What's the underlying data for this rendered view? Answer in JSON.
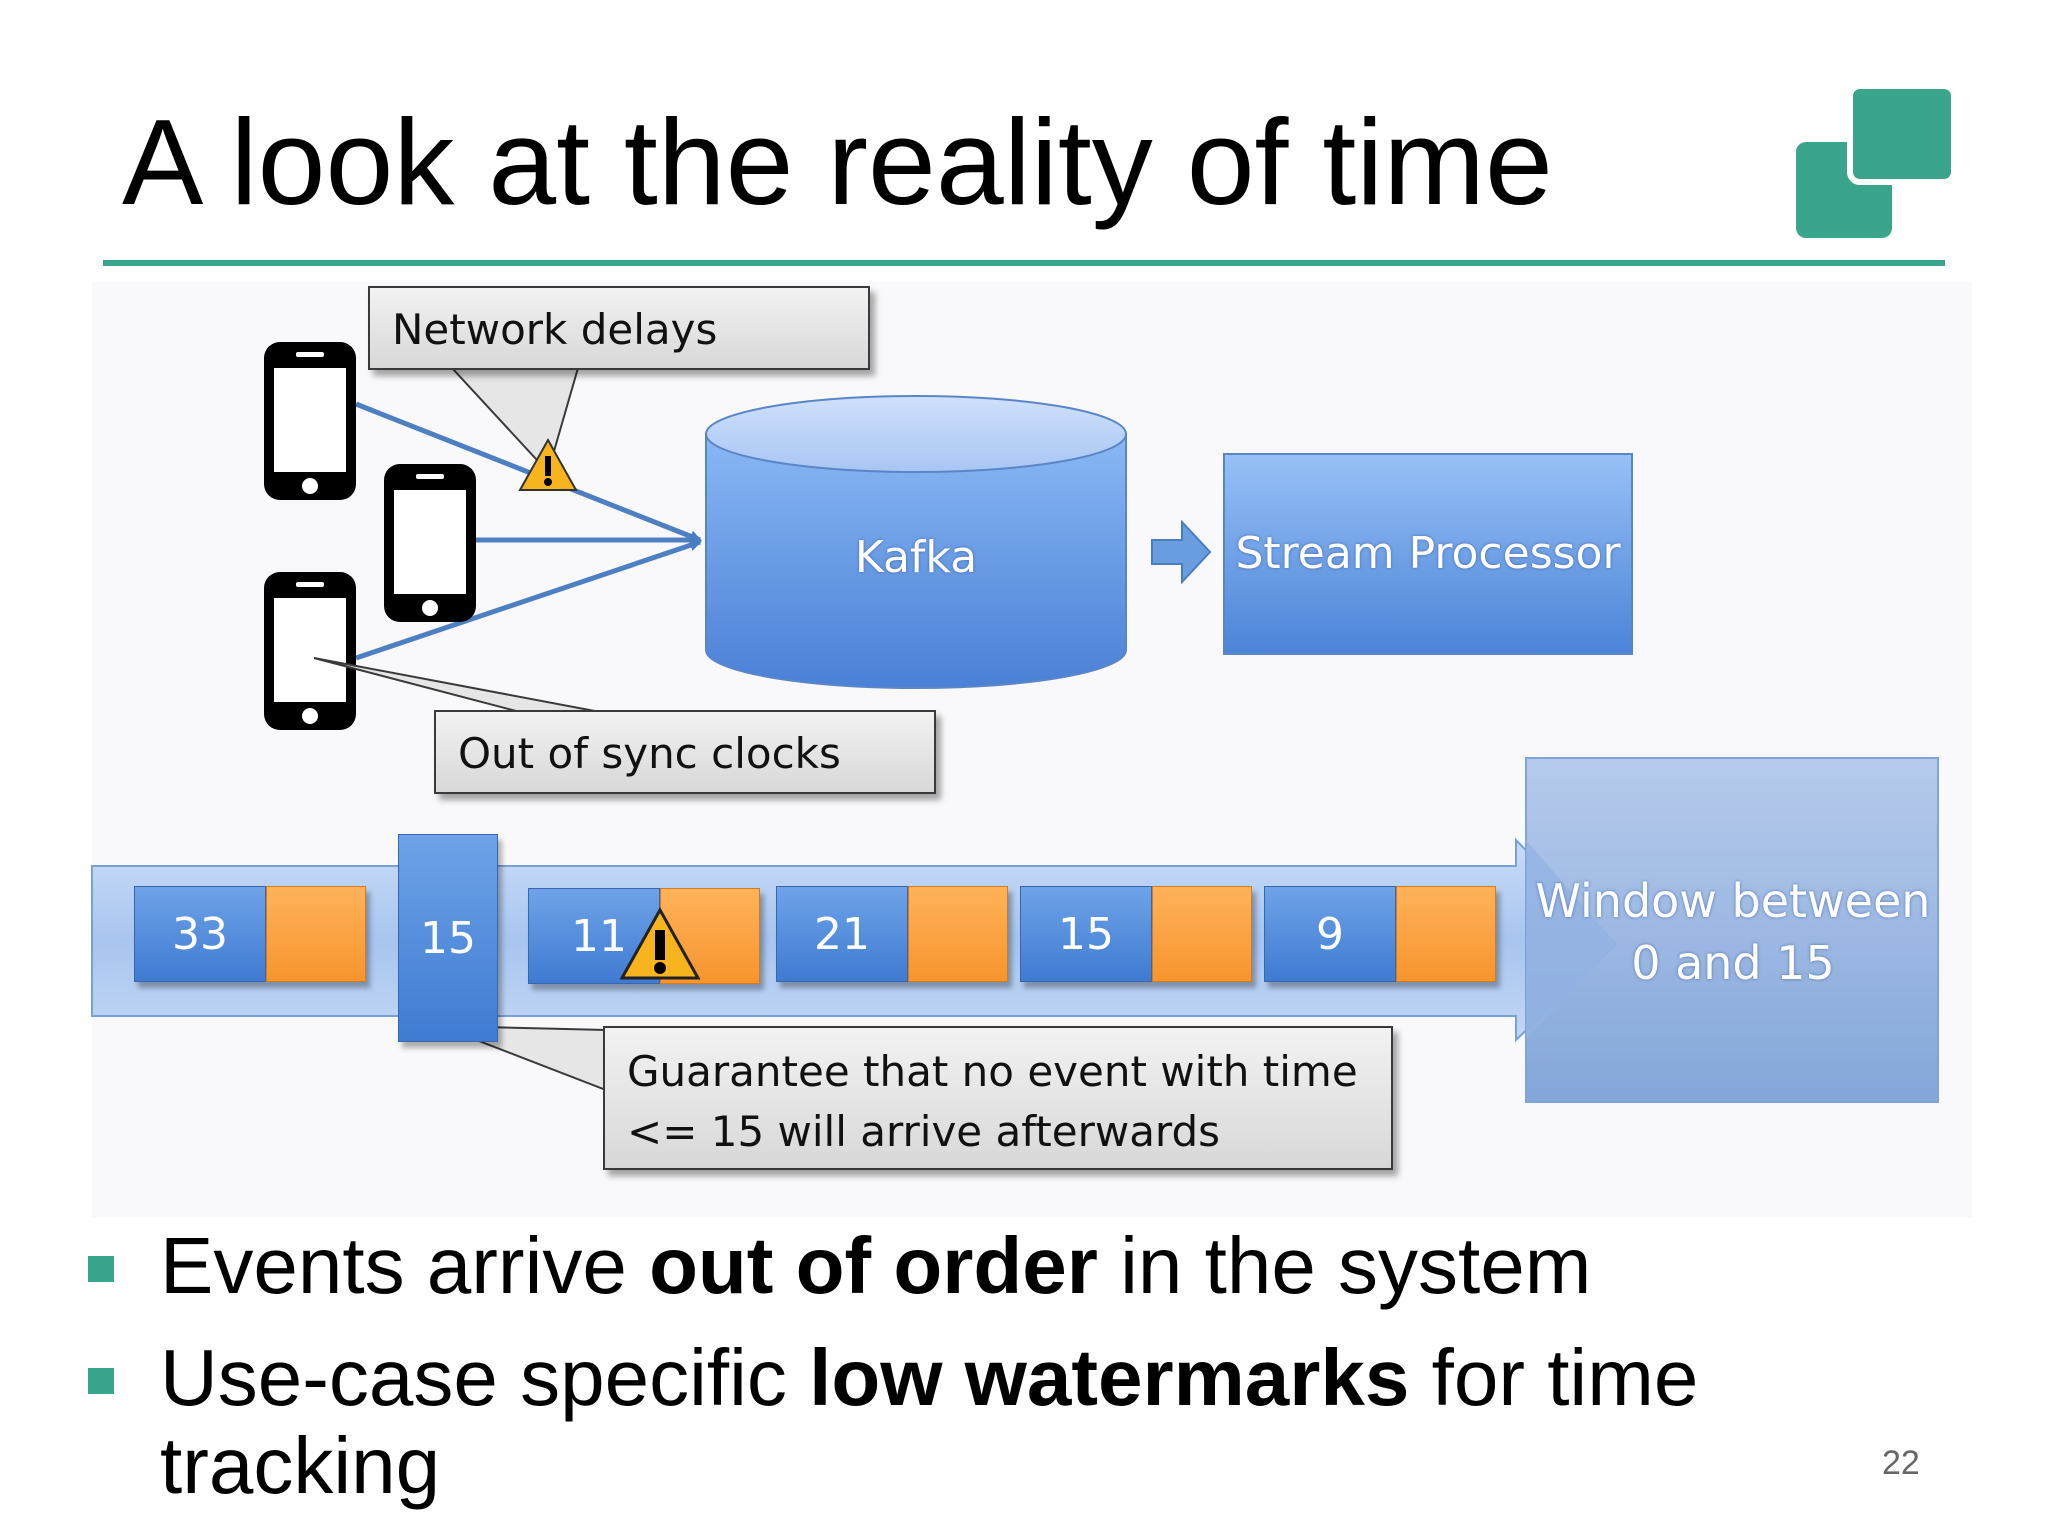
{
  "title": "A look at the reality of time",
  "diagram": {
    "callouts": {
      "network": "Network delays",
      "clocks": "Out of sync clocks",
      "guarantee_line1": "Guarantee that no event with time",
      "guarantee_line2": "<= 15 will arrive afterwards"
    },
    "kafka": "Kafka",
    "stream_processor": "Stream Processor",
    "watermark": "15",
    "events": [
      "33",
      "11",
      "21",
      "15",
      "9"
    ],
    "window_line1": "Window between",
    "window_line2": "0 and 15"
  },
  "bullets": [
    {
      "pre": "Events arrive ",
      "bold": "out of order",
      "post": " in the system"
    },
    {
      "pre": "Use-case specific ",
      "bold": "low watermarks",
      "post": " for time"
    }
  ],
  "bullet2_line2": "tracking",
  "page_number": "22",
  "colors": {
    "accent": "#3aa58a",
    "blue": "#4a86d8",
    "orange": "#f6952e"
  }
}
